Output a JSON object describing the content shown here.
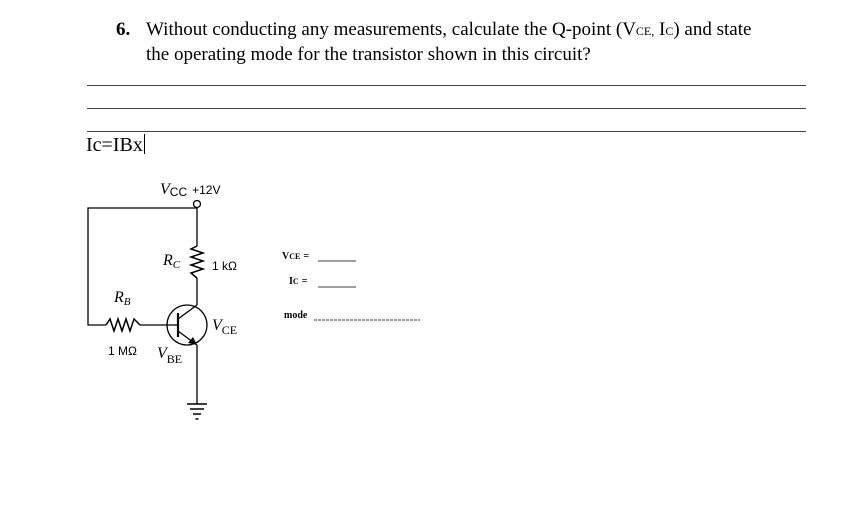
{
  "question": {
    "number": "6.",
    "line1_pre": "Without conducting any measurements, calculate the Q-point (V",
    "line1_sub1": "CE,",
    "line1_mid": " I",
    "line1_sub2": "C",
    "line1_post": ") and state",
    "line2": "the operating mode for the transistor shown in this circuit?"
  },
  "answer_text": "Ic=IBx",
  "circuit": {
    "vcc_v": "V",
    "vcc_sub": "CC",
    "vcc_value": "+12V",
    "rc_r": "R",
    "rc_sub": "C",
    "rc_value": "1 kΩ",
    "rb_r": "R",
    "rb_sub": "B",
    "rb_value": "1 MΩ",
    "vce_v": "V",
    "vce_sub": "CE",
    "vbe_v": "V",
    "vbe_sub": "BE"
  },
  "results": {
    "vce_label_v": "V",
    "vce_label_sub": "CE",
    "vce_eq": "=",
    "ic_label_i": "I",
    "ic_label_sub": "C",
    "ic_eq": "=",
    "mode_label": "mode"
  }
}
